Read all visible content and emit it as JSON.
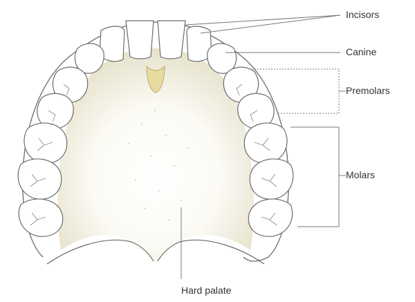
{
  "labels": {
    "incisors": "Incisors",
    "canine": "Canine",
    "premolars": "Premolars",
    "molars": "Molars",
    "hard_palate": "Hard palate"
  },
  "colors": {
    "outline": "#6b6b6b",
    "tooth_fill": "#ffffff",
    "palate_fill": "#ece9d9",
    "leader": "#777777",
    "text": "#333333"
  }
}
